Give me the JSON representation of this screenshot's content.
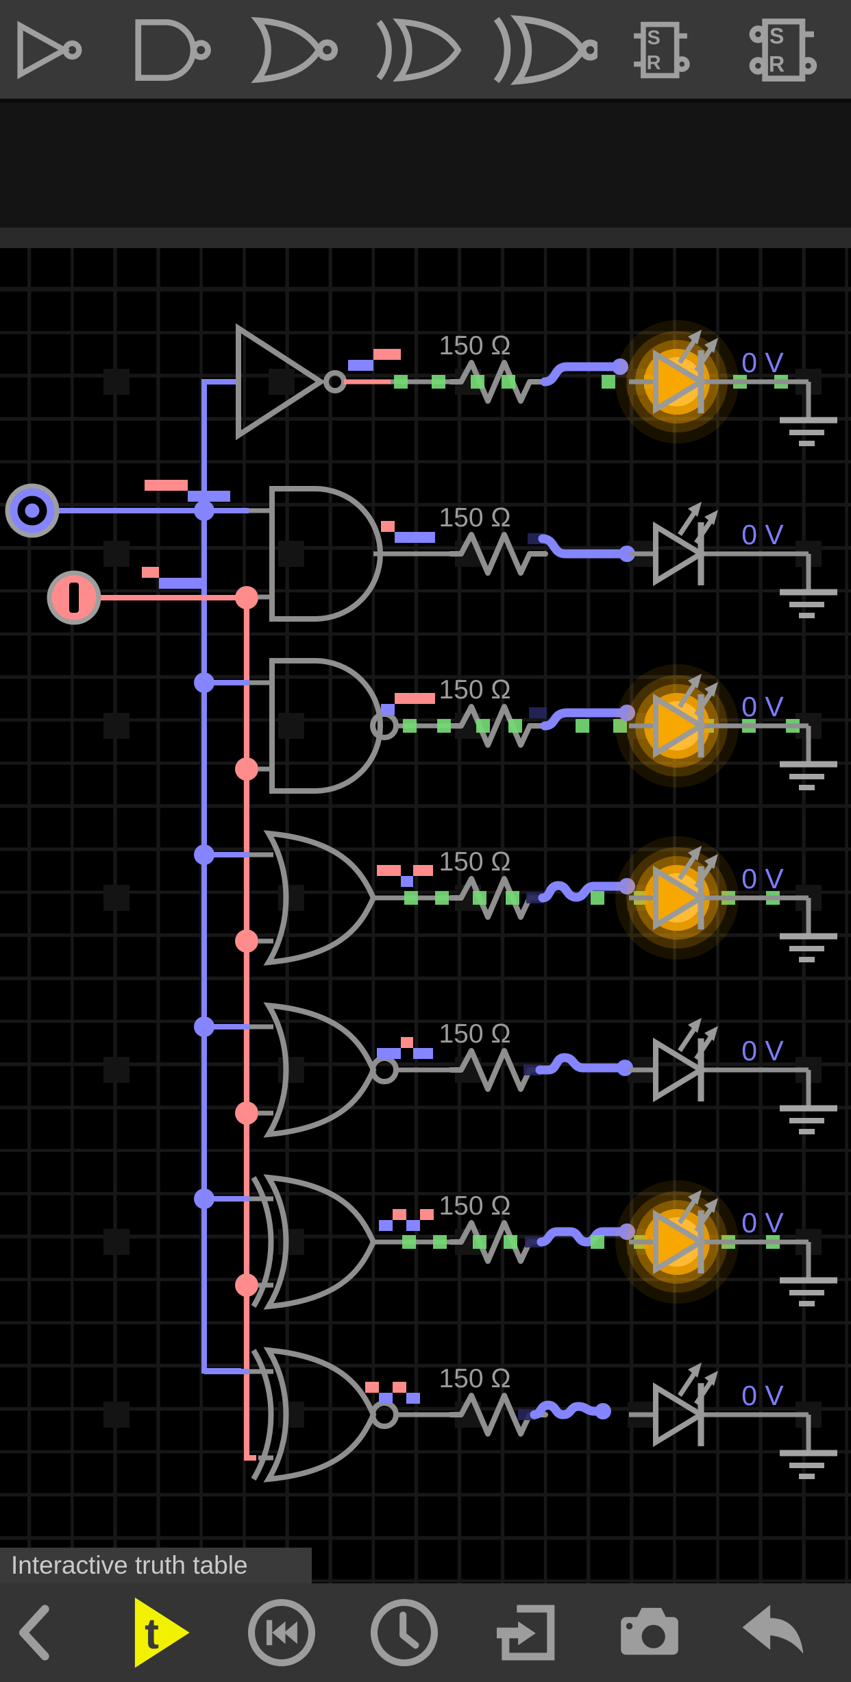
{
  "top_toolbar": {
    "background": "#383838",
    "icon_color": "#9f9f9f",
    "items": [
      {
        "id": "not-gate"
      },
      {
        "id": "nand-gate"
      },
      {
        "id": "nor-gate"
      },
      {
        "id": "xor-gate"
      },
      {
        "id": "xnor-gate"
      },
      {
        "id": "sr-latch"
      },
      {
        "id": "sr-latch-inverted"
      }
    ],
    "sr_latch_labels": {
      "set": "S",
      "reset": "R"
    }
  },
  "canvas": {
    "background": "#000000",
    "grid_color": "#171717",
    "inputs": [
      {
        "id": "input-a",
        "value": "0",
        "state": "low",
        "color": "#8585ff",
        "waveform": [
          {
            "level": "high",
            "w": 63
          },
          {
            "level": "low",
            "w": 62
          }
        ]
      },
      {
        "id": "input-b",
        "value": "1",
        "state": "high",
        "color": "#ff8c8c",
        "waveform": [
          {
            "level": "high",
            "w": 25
          },
          {
            "level": "low",
            "w": 63
          }
        ]
      }
    ],
    "rows": [
      {
        "gate": "NOT",
        "resistor_label": "150 Ω",
        "voltage_label": "0 V",
        "led_lit": true,
        "waveform": [
          {
            "level": "low",
            "w": 37
          },
          {
            "level": "high",
            "w": 40
          }
        ]
      },
      {
        "gate": "AND",
        "resistor_label": "150 Ω",
        "voltage_label": "0 V",
        "led_lit": false,
        "waveform": [
          {
            "level": "high",
            "w": 20
          },
          {
            "level": "low",
            "w": 59
          }
        ]
      },
      {
        "gate": "NAND",
        "resistor_label": "150 Ω",
        "voltage_label": "0 V",
        "led_lit": true,
        "waveform": [
          {
            "level": "low",
            "w": 20
          },
          {
            "level": "high",
            "w": 59
          }
        ]
      },
      {
        "gate": "OR",
        "resistor_label": "150 Ω",
        "voltage_label": "0 V",
        "led_lit": true,
        "waveform": [
          {
            "level": "high",
            "w": 35
          },
          {
            "level": "low",
            "w": 18
          },
          {
            "level": "high",
            "w": 29
          }
        ]
      },
      {
        "gate": "NOR",
        "resistor_label": "150 Ω",
        "voltage_label": "0 V",
        "led_lit": false,
        "waveform": [
          {
            "level": "low",
            "w": 35
          },
          {
            "level": "high",
            "w": 18
          },
          {
            "level": "low",
            "w": 29
          }
        ]
      },
      {
        "gate": "XOR",
        "resistor_label": "150 Ω",
        "voltage_label": "0 V",
        "led_lit": true,
        "waveform": [
          {
            "level": "low",
            "w": 20
          },
          {
            "level": "high",
            "w": 20
          },
          {
            "level": "low",
            "w": 20
          },
          {
            "level": "high",
            "w": 20
          }
        ]
      },
      {
        "gate": "XNOR",
        "resistor_label": "150 Ω",
        "voltage_label": "0 V",
        "led_lit": false,
        "waveform": [
          {
            "level": "high",
            "w": 20
          },
          {
            "level": "low",
            "w": 20
          },
          {
            "level": "high",
            "w": 20
          },
          {
            "level": "low",
            "w": 20
          }
        ]
      }
    ]
  },
  "tooltip": {
    "text": "Interactive truth table"
  },
  "bottom_toolbar": {
    "background": "#343434",
    "icon_color": "#9d9d9d",
    "items": [
      {
        "id": "back"
      },
      {
        "id": "truth-table",
        "accent": "#f2f200",
        "glyph": "t"
      },
      {
        "id": "rewind"
      },
      {
        "id": "history"
      },
      {
        "id": "import"
      },
      {
        "id": "screenshot"
      },
      {
        "id": "undo"
      }
    ]
  },
  "colors": {
    "wire_high": "#ff8c8c",
    "wire_low": "#8585ff",
    "wire_neutral": "#8f8f8f",
    "current_dot": "#74d874",
    "led_glow": "#f7a600",
    "voltage_text": "#7d7dff",
    "label_text": "#9c9c9c",
    "anchor": "#141414"
  }
}
